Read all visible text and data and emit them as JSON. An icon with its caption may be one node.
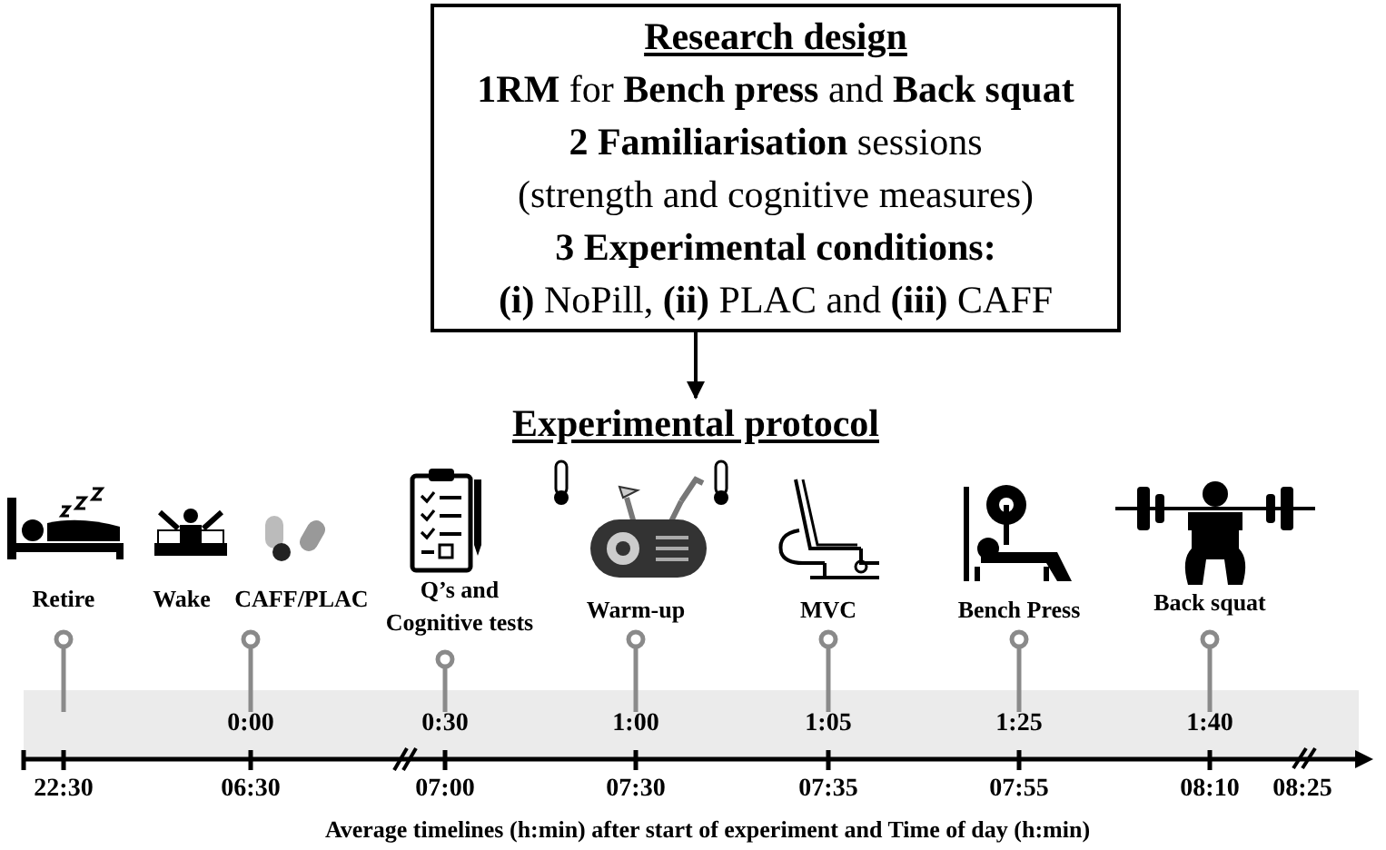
{
  "diagram": {
    "nodes": [
      {
        "text": [
          "Research design",
          "**1RM** for **Bench press** and **Back squat**",
          "**2 Familiarisation** sessions",
          "(strength and cognitive measures)",
          "**3 Experimental conditions:**",
          "**(i)** NoPill, **(ii)** PLAC and **(iii)** CAFF"
        ]
      },
      {
        "text": [
          "Experimental protocol"
        ]
      }
    ],
    "edges": [
      {
        "from": 0,
        "to": 1,
        "arrow": "to"
      }
    ],
    "labels": [
      "Retire",
      "Wake",
      "CAFF/PLAC",
      "Q’s and Cognitive tests",
      "Warm-up",
      "MVC",
      "Bench Press",
      "Back squat",
      "0:00",
      "0:30",
      "1:00",
      "1:05",
      "1:25",
      "1:40",
      "22:30",
      "06:30",
      "07:00",
      "07:30",
      "07:35",
      "07:55",
      "08:10",
      "08:25"
    ],
    "caption": "Average timelines (h:min) after start of experiment and Time of day (h:min)"
  }
}
